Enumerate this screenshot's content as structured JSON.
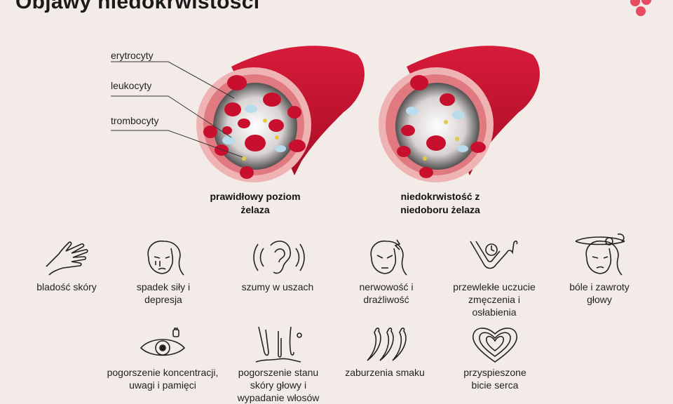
{
  "title": "Objawy niedokrwistości",
  "labels": {
    "erythrocytes": "erytrocyty",
    "leukocytes": "leukocyty",
    "thrombocytes": "trombocyty"
  },
  "captions": {
    "normal": [
      "prawidłowy poziom",
      "żelaza"
    ],
    "anemia": [
      "niedokrwistość z",
      "niedoboru żelaza"
    ]
  },
  "symptoms_row1": [
    {
      "icon": "hand-icon",
      "lines": [
        "bladość skóry"
      ]
    },
    {
      "icon": "sad-face-icon",
      "lines": [
        "spadek siły i",
        "depresja"
      ]
    },
    {
      "icon": "ear-icon",
      "lines": [
        "szumy w uszach"
      ]
    },
    {
      "icon": "irritated-face-icon",
      "lines": [
        "nerwowość i",
        "drażliwość"
      ]
    },
    {
      "icon": "tired-arm-icon",
      "lines": [
        "przewlekłe uczucie",
        "zmęczenia i",
        "osłabienia"
      ]
    },
    {
      "icon": "headache-icon",
      "lines": [
        "bóle i zawroty",
        "głowy"
      ]
    }
  ],
  "symptoms_row2": [
    {
      "icon": "eye-icon",
      "lines": [
        "pogorszenie koncentracji,",
        "uwagi i pamięci"
      ]
    },
    {
      "icon": "hair-follicle-icon",
      "lines": [
        "pogorszenie stanu",
        "skóry głowy i",
        "wypadanie włosów"
      ]
    },
    {
      "icon": "chili-peppers-icon",
      "lines": [
        "zaburzenia smaku"
      ]
    },
    {
      "icon": "heart-icon",
      "lines": [
        "przyspieszone",
        "bicie serca"
      ]
    }
  ],
  "colors": {
    "background": "#f3ebe7",
    "vessel_red": "#c8102e",
    "vessel_dark": "#9e0c22",
    "vessel_rim": "#f1b8b8",
    "rbc": "#c8102e",
    "wbc": "#b8dcec",
    "platelet": "#e3c84a",
    "logo": "#e84a5f"
  }
}
